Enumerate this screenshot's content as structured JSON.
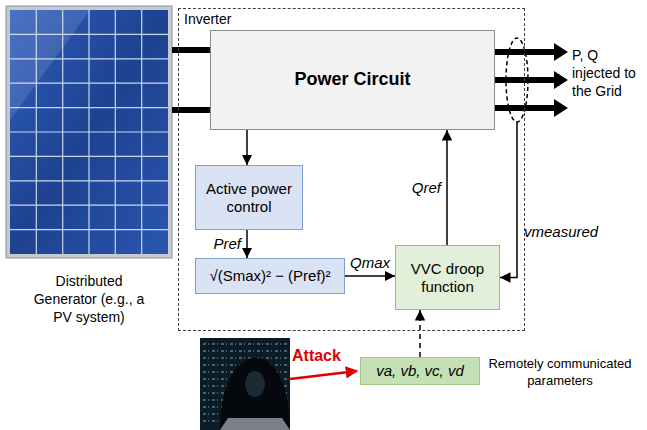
{
  "diagram": {
    "nodes": [
      {
        "text": [
          "Inverter"
        ]
      },
      {
        "text": [
          "Power Circuit"
        ],
        "in": 0
      },
      {
        "text": [
          "Active power control"
        ],
        "in": 0
      },
      {
        "text": [
          "√(Smax)² − (Pref)²"
        ],
        "in": 0
      },
      {
        "text": [
          "VVC droop function"
        ],
        "in": 0
      },
      {
        "text": [
          "va, vb, vc, vd"
        ]
      }
    ],
    "edges": [
      {
        "from": 1,
        "to": 2,
        "arrow": "to"
      },
      {
        "from": 2,
        "to": 3,
        "arrow": "to",
        "label": "Pref"
      },
      {
        "from": 3,
        "to": 4,
        "arrow": "to",
        "label": "Qmax"
      },
      {
        "from": 4,
        "to": 1,
        "arrow": "to",
        "label": "Qref"
      },
      {
        "from": 5,
        "to": 4,
        "arrow": "to"
      }
    ],
    "labels": [
      "Distributed Generator (e.g., a PV system)",
      "P, Q injected to the Grid",
      "vmeasured",
      "Attack",
      "Remotely communicated parameters"
    ]
  }
}
